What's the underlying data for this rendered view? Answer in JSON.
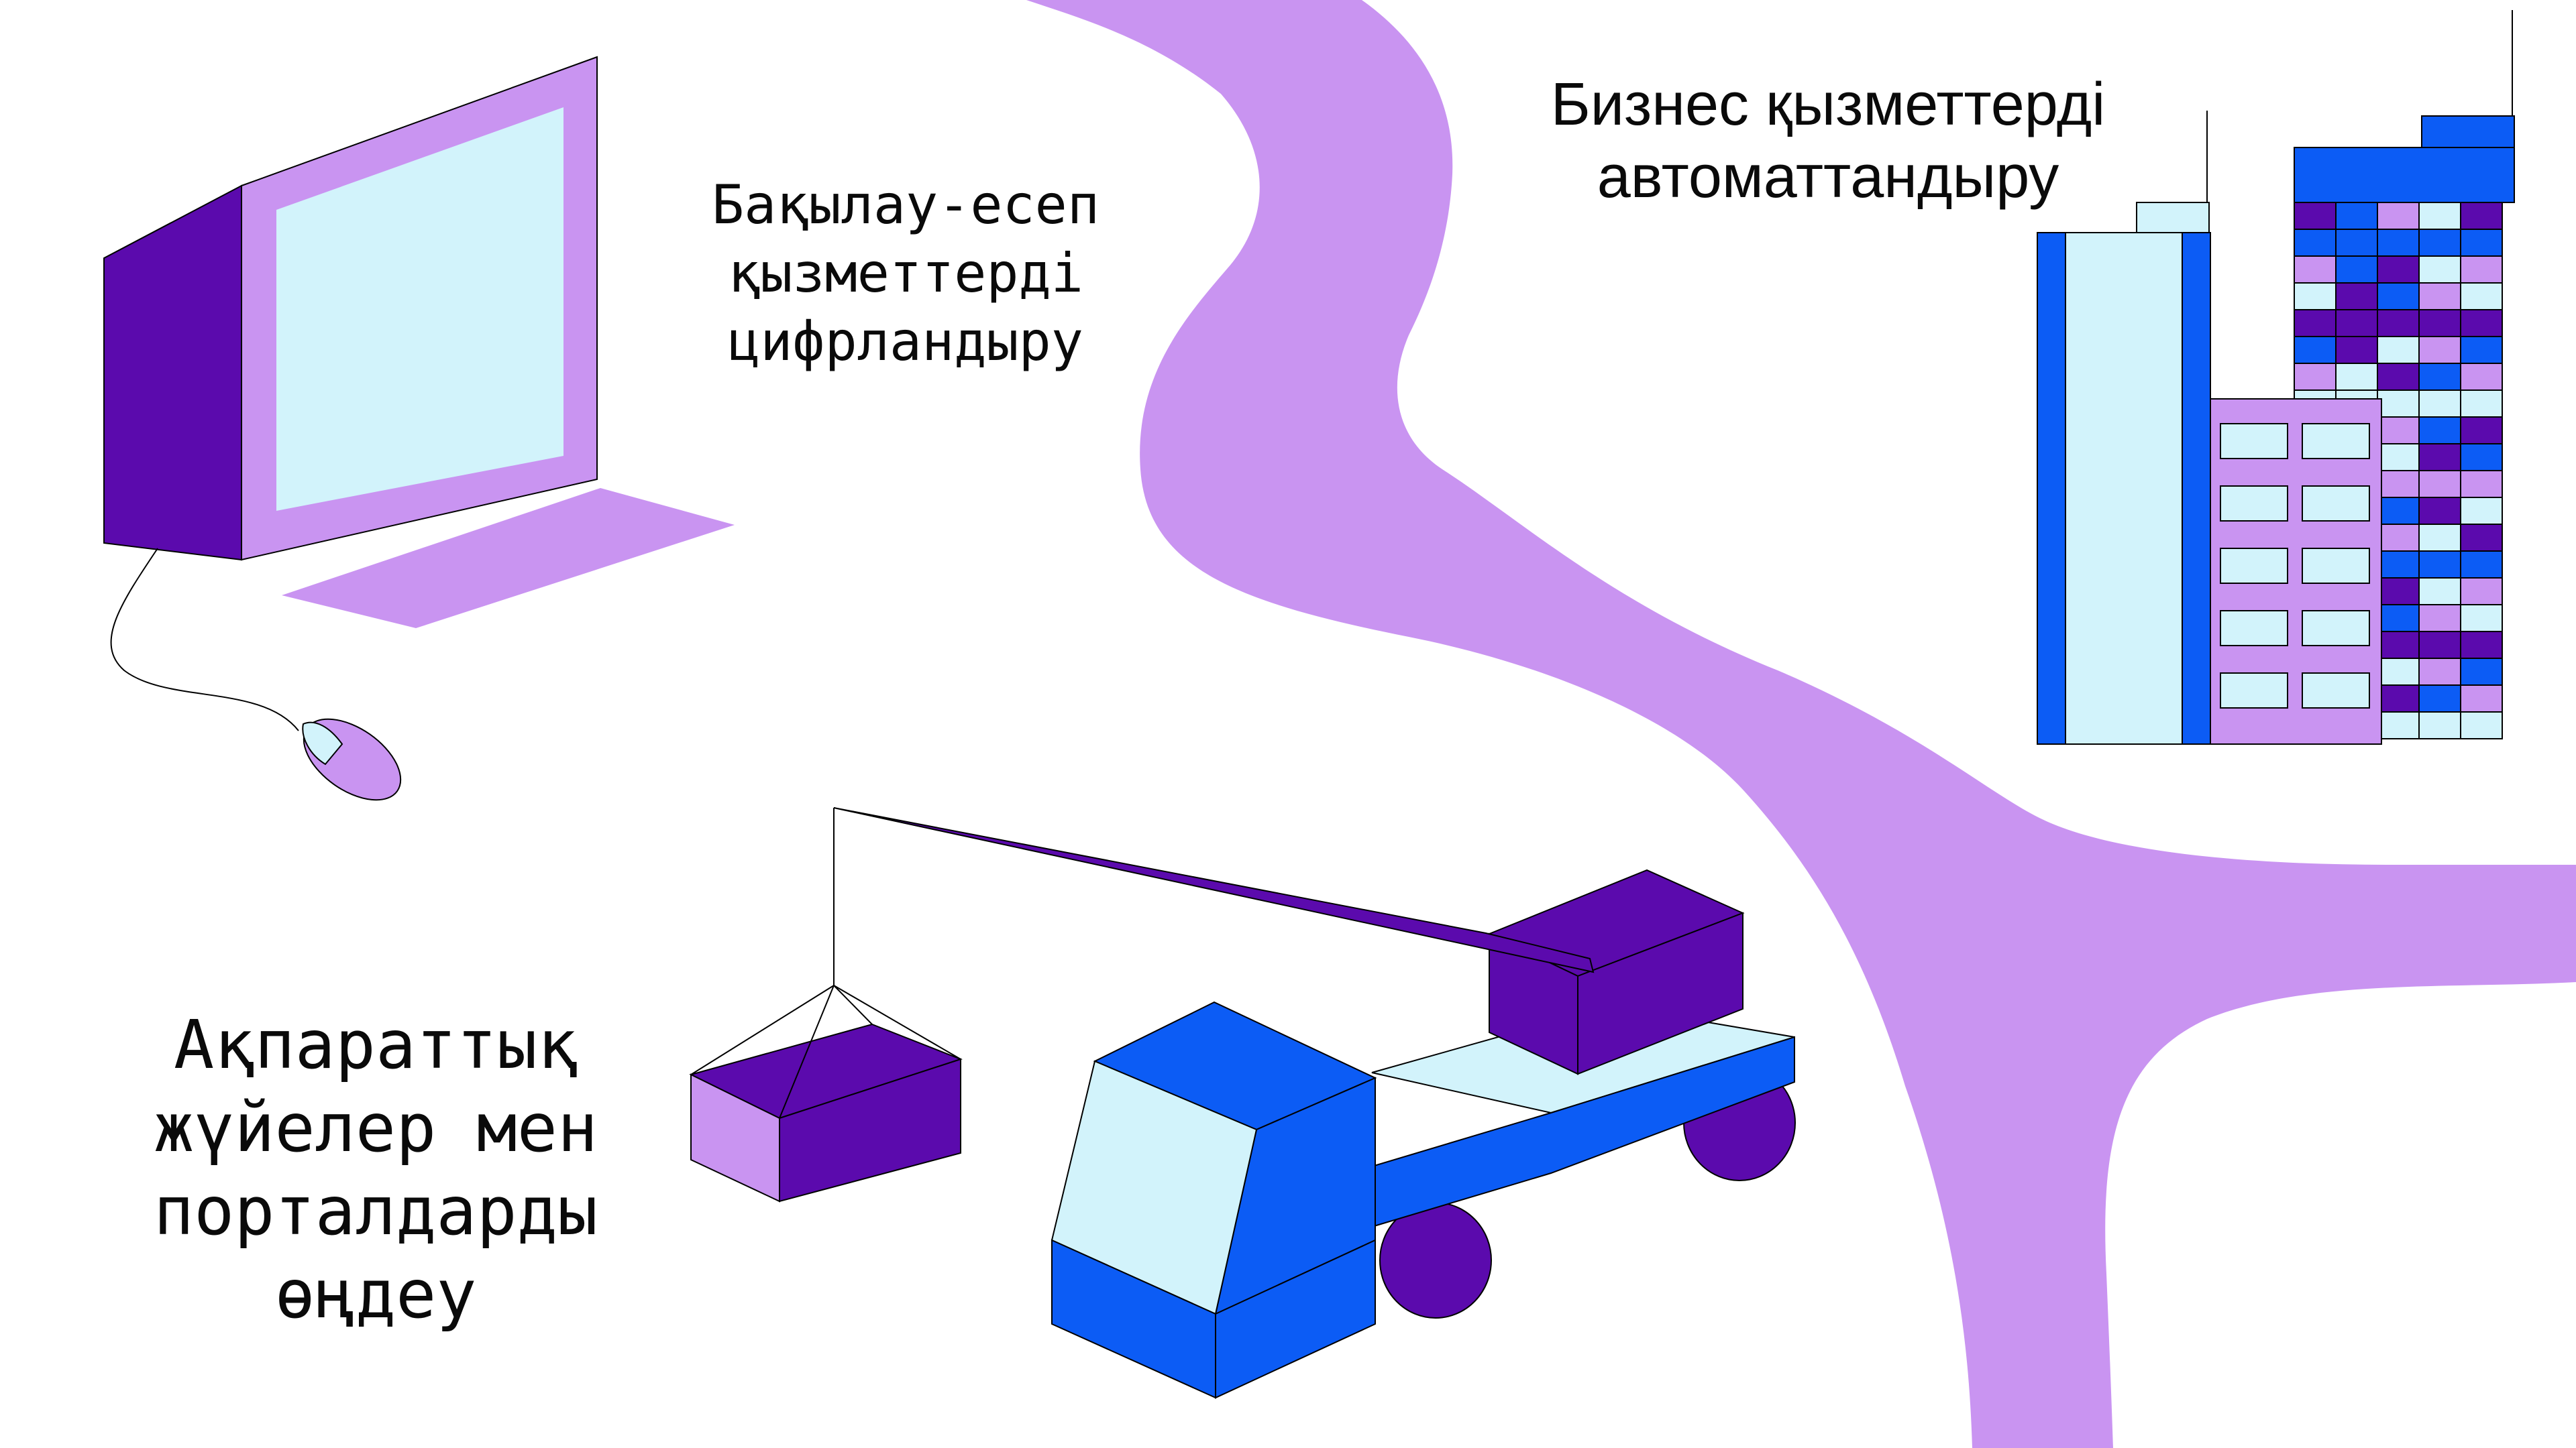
{
  "captions": {
    "accounting": [
      "Бақылау-есеп",
      "қызметтерді",
      "цифрландыру"
    ],
    "business": [
      "Бизнес қызметтерді",
      "автоматтандыру"
    ],
    "systems": [
      "Ақпараттық",
      "жүйелер мен",
      "порталдарды",
      "өңдеу"
    ]
  },
  "colors": {
    "lavender": "#c994f1",
    "deep_purple": "#5b0aad",
    "blue": "#0c5cf5",
    "pale_cyan": "#d2f3fb",
    "text": "#0a0a0a"
  },
  "icons": [
    "computer-monitor-icon",
    "keyboard-icon",
    "mouse-icon",
    "office-buildings-icon",
    "crane-truck-icon",
    "cargo-box-icon"
  ]
}
